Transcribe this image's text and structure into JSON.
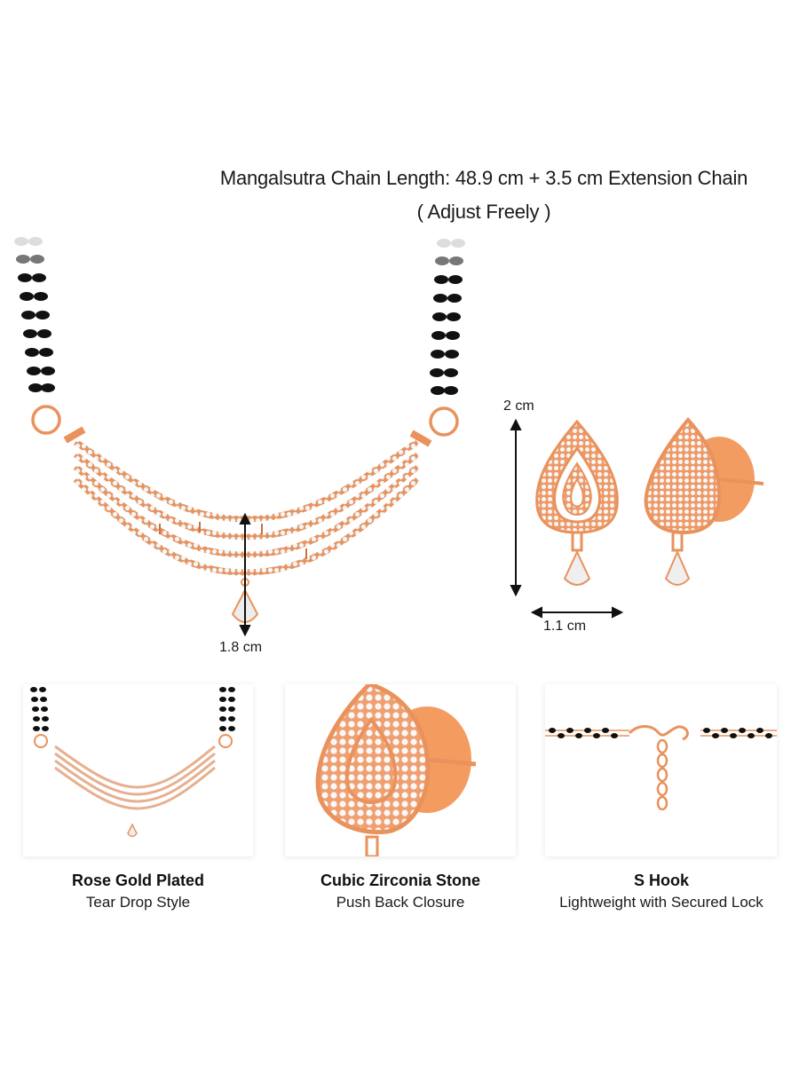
{
  "header": {
    "line1": "Mangalsutra Chain Length: 48.9 cm + 3.5 cm Extension Chain",
    "line2": "( Adjust Freely )"
  },
  "measurements": {
    "pendant_drop": "1.8 cm",
    "earring_height": "2 cm",
    "earring_width": "1.1 cm"
  },
  "colors": {
    "rose_gold": "#E9925C",
    "rose_gold_dark": "#C97440",
    "bead_black": "#111111",
    "stone_white": "#F4F4F4"
  },
  "features": [
    {
      "title": "Rose Gold Plated",
      "subtitle": "Tear Drop Style",
      "image": "necklace-thumbnail"
    },
    {
      "title": "Cubic Zirconia Stone",
      "subtitle": "Push Back Closure",
      "image": "earring-closeup"
    },
    {
      "title": "S Hook",
      "subtitle": "Lightweight with Secured Lock",
      "image": "s-hook-clasp"
    }
  ]
}
